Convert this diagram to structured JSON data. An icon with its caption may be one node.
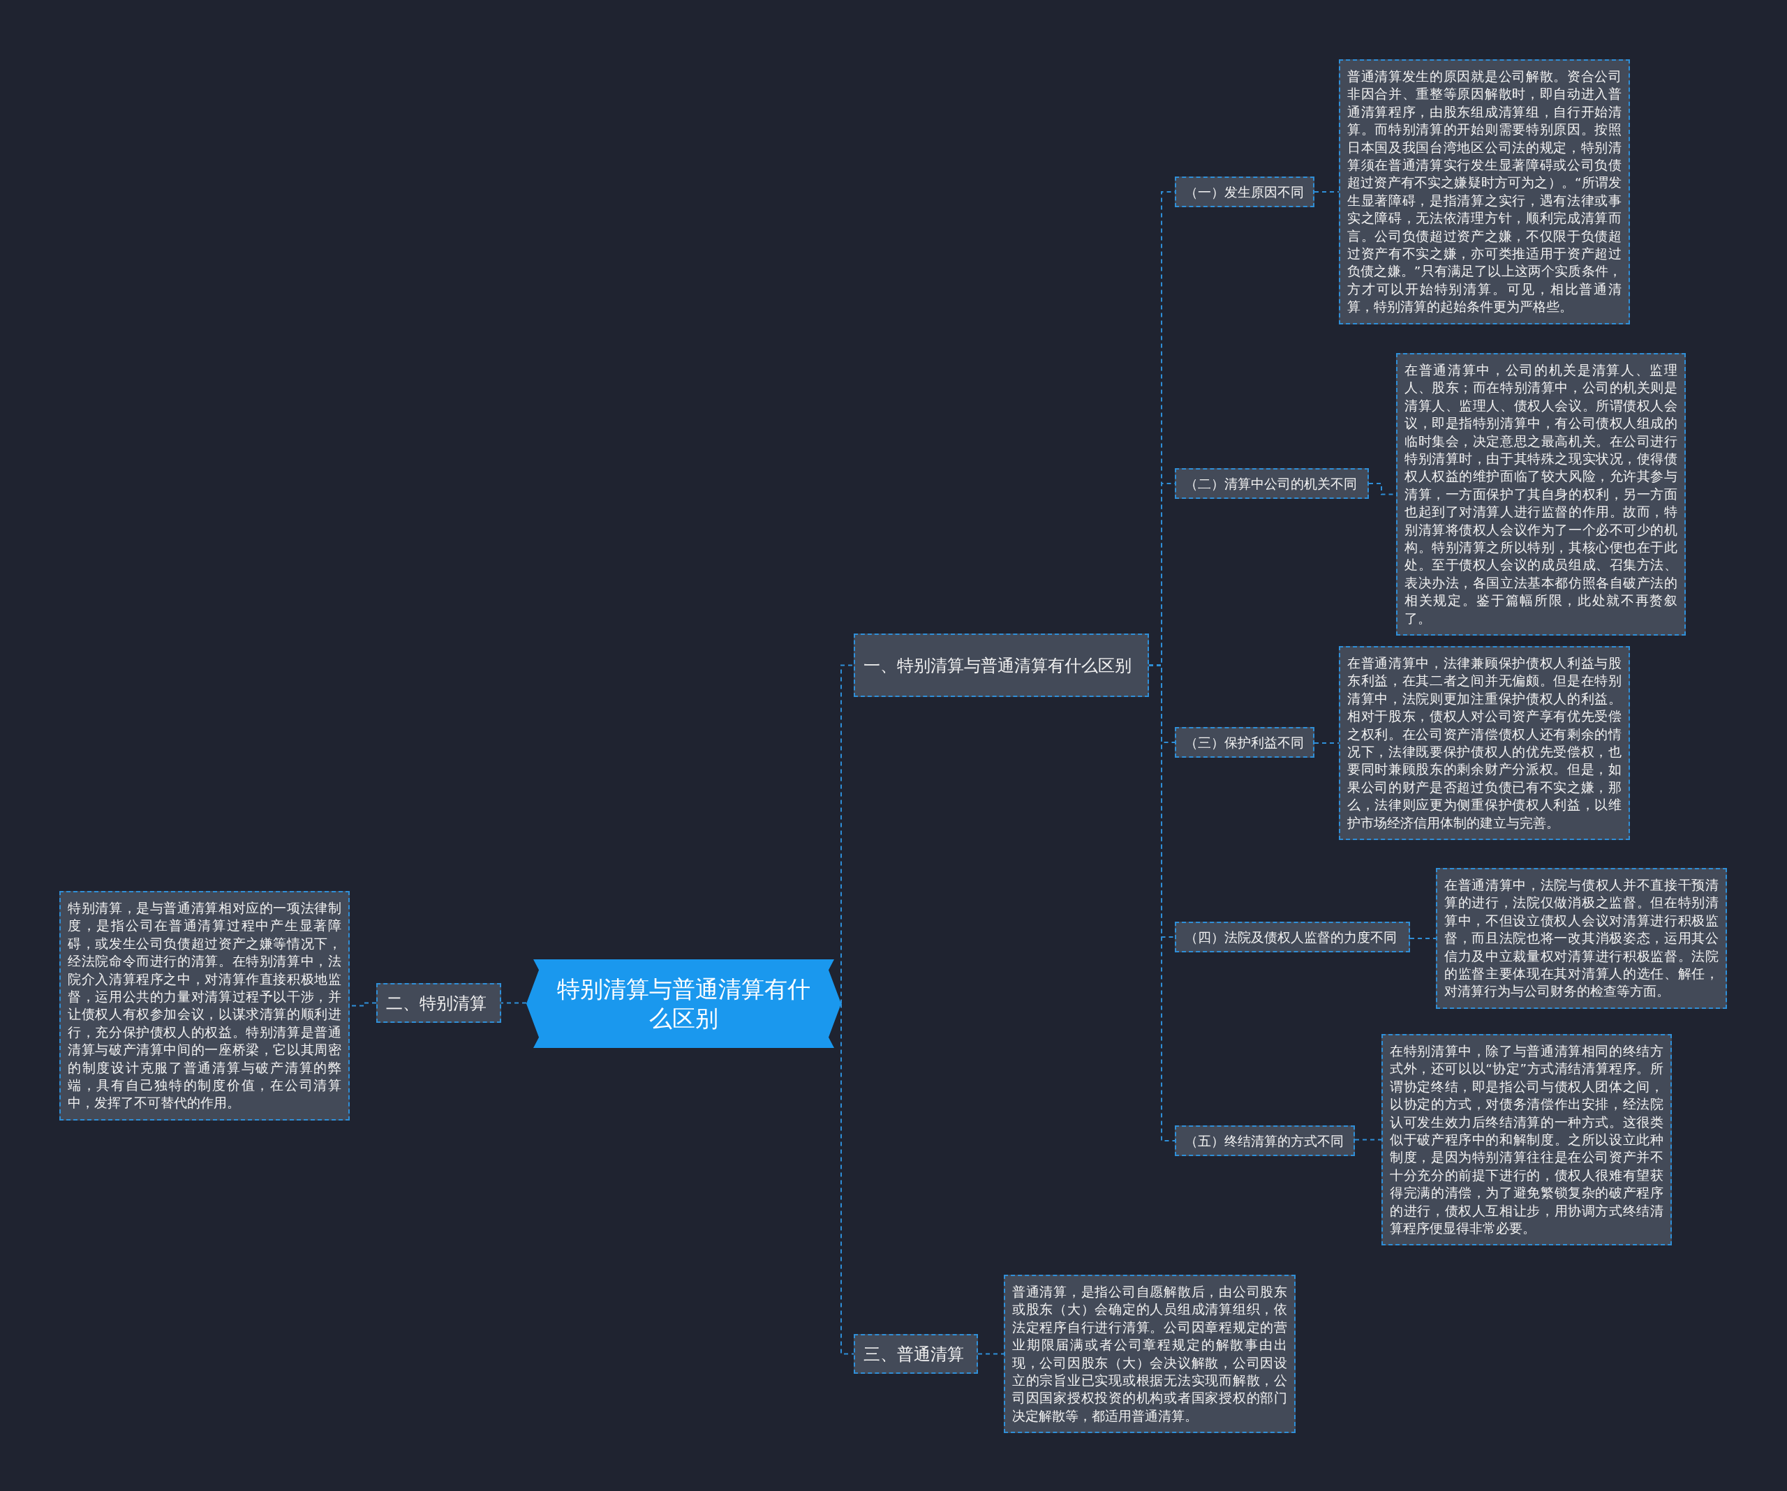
{
  "diagram": {
    "nodes": [
      {
        "text": [
          "特别清算与普通清算有什么区别"
        ]
      },
      {
        "text": [
          "一、特别清算与普通清算有什么区别"
        ]
      },
      {
        "text": [
          "（一）发生原因不同"
        ]
      },
      {
        "text": [
          "普通清算发生的原因就是公司解散。资合公司非因合并、重整等原因解散时，即自动进入普通清算程序，由股东组成清算组，自行开始清算。而特别清算的开始则需要特别原因。按照日本国及我国台湾地区公司法的规定，特别清算须在普通清算实行发生显著障碍或公司负债超过资产有不实之嫌疑时方可为之）。“所谓发生显著障碍，是指清算之实行，遇有法律或事实之障碍，无法依清理方针，顺利完成清算而言。公司负债超过资产之嫌，不仅限于负债超过资产有不实之嫌，亦可类推适用于资产超过负债之嫌。”只有满足了以上这两个实质条件，方才可以开始特别清算。可见，相比普通清算，特别清算的起始条件更为严格些。"
        ]
      },
      {
        "text": [
          "（二）清算中公司的机关不同"
        ]
      },
      {
        "text": [
          "在普通清算中，公司的机关是清算人、监理人、股东；而在特别清算中，公司的机关则是清算人、监理人、债权人会议。所谓债权人会议，即是指特别清算中，有公司债权人组成的临时集会，决定意思之最高机关。在公司进行特别清算时，由于其特殊之现实状况，使得债权人权益的维护面临了较大风险，允许其参与清算，一方面保护了其自身的权利，另一方面也起到了对清算人进行监督的作用。故而，特别清算将债权人会议作为了一个必不可少的机构。特别清算之所以特别，其核心便也在于此处。至于债权人会议的成员组成、召集方法、表决办法，各国立法基本都仿照各自破产法的相关规定。鉴于篇幅所限，此处就不再赘叙了。"
        ]
      },
      {
        "text": [
          "（三）保护利益不同"
        ]
      },
      {
        "text": [
          "在普通清算中，法律兼顾保护债权人利益与股东利益，在其二者之间并无偏颇。但是在特别清算中，法院则更加注重保护债权人的利益。相对于股东，债权人对公司资产享有优先受偿之权利。在公司资产清偿债权人还有剩余的情况下，法律既要保护债权人的优先受偿权，也要同时兼顾股东的剩余财产分派权。但是，如果公司的财产是否超过负债已有不实之嫌，那么，法律则应更为侧重保护债权人利益，以维护市场经济信用体制的建立与完善。"
        ]
      },
      {
        "text": [
          "（四）法院及债权人监督的力度不同"
        ]
      },
      {
        "text": [
          "在普通清算中，法院与债权人并不直接干预清算的进行，法院仅做消极之监督。但在特别清算中，不但设立债权人会议对清算进行积极监督，而且法院也将一改其消极姿态，运用其公信力及中立裁量权对清算进行积极监督。法院的监督主要体现在其对清算人的选任、解任，对清算行为与公司财务的检查等方面。"
        ]
      },
      {
        "text": [
          "（五）终结清算的方式不同"
        ]
      },
      {
        "text": [
          "在特别清算中，除了与普通清算相同的终结方式外，还可以以“协定”方式清结清算程序。所谓协定终结，即是指公司与债权人团体之间，以协定的方式，对债务清偿作出安排，经法院认可发生效力后终结清算的一种方式。这很类似于破产程序中的和解制度。之所以设立此种制度，是因为特别清算往往是在公司资产并不十分充分的前提下进行的，债权人很难有望获得完满的清偿，为了避免繁锁复杂的破产程序的进行，债权人互相让步，用协调方式终结清算程序便显得非常必要。"
        ]
      },
      {
        "text": [
          "二、特别清算"
        ]
      },
      {
        "text": [
          "特别清算，是与普通清算相对应的一项法律制度，是指公司在普通清算过程中产生显著障碍，或发生公司负债超过资产之嫌等情况下，经法院命令而进行的清算。在特别清算中，法院介入清算程序之中，对清算作直接积极地监督，运用公共的力量对清算过程予以干涉，并让债权人有权参加会议，以谋求清算的顺利进行，充分保护债权人的权益。特别清算是普通清算与破产清算中间的一座桥梁，它以其周密的制度设计克服了普通清算与破产清算的弊端，具有自己独特的制度价值，在公司清算中，发挥了不可替代的作用。"
        ]
      },
      {
        "text": [
          "三、普通清算"
        ]
      },
      {
        "text": [
          "普通清算，是指公司自愿解散后，由公司股东或股东（大）会确定的人员组成清算组织，依法定程序自行进行清算。公司因章程规定的营业期限届满或者公司章程规定的解散事由出现，公司因股东（大）会决议解散，公司因设立的宗旨业已实现或根据无法实现而解散，公司因国家授权投资的机构或者国家授权的部门决定解散等，都适用普通清算。"
        ]
      }
    ],
    "edges": [
      {
        "from": 0,
        "to": 1,
        "arrow": "none",
        "style": "dashed"
      },
      {
        "from": 1,
        "to": 2,
        "arrow": "none",
        "style": "dashed"
      },
      {
        "from": 2,
        "to": 3,
        "arrow": "none",
        "style": "dashed"
      },
      {
        "from": 1,
        "to": 4,
        "arrow": "none",
        "style": "dashed"
      },
      {
        "from": 4,
        "to": 5,
        "arrow": "none",
        "style": "dashed"
      },
      {
        "from": 1,
        "to": 6,
        "arrow": "none",
        "style": "dashed"
      },
      {
        "from": 6,
        "to": 7,
        "arrow": "none",
        "style": "dashed"
      },
      {
        "from": 1,
        "to": 8,
        "arrow": "none",
        "style": "dashed"
      },
      {
        "from": 8,
        "to": 9,
        "arrow": "none",
        "style": "dashed"
      },
      {
        "from": 1,
        "to": 10,
        "arrow": "none",
        "style": "dashed"
      },
      {
        "from": 10,
        "to": 11,
        "arrow": "none",
        "style": "dashed"
      },
      {
        "from": 0,
        "to": 12,
        "arrow": "none",
        "style": "dashed"
      },
      {
        "from": 12,
        "to": 13,
        "arrow": "none",
        "style": "dashed"
      },
      {
        "from": 0,
        "to": 14,
        "arrow": "none",
        "style": "dashed"
      },
      {
        "from": 14,
        "to": 15,
        "arrow": "none",
        "style": "dashed"
      }
    ]
  }
}
